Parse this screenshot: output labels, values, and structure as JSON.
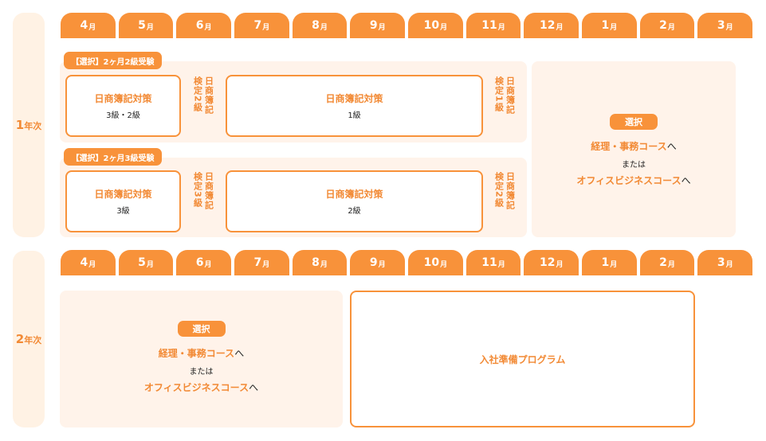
{
  "accent_color": "#f8923a",
  "panel_color": "#fff3ea",
  "year1": {
    "label_num": "1",
    "label_suffix": "年次",
    "months": [
      {
        "num": "4",
        "suffix": "月"
      },
      {
        "num": "5",
        "suffix": "月"
      },
      {
        "num": "6",
        "suffix": "月"
      },
      {
        "num": "7",
        "suffix": "月"
      },
      {
        "num": "8",
        "suffix": "月"
      },
      {
        "num": "9",
        "suffix": "月"
      },
      {
        "num": "10",
        "suffix": "月"
      },
      {
        "num": "11",
        "suffix": "月"
      },
      {
        "num": "12",
        "suffix": "月"
      },
      {
        "num": "1",
        "suffix": "月"
      },
      {
        "num": "2",
        "suffix": "月"
      },
      {
        "num": "3",
        "suffix": "月"
      }
    ],
    "track_a": {
      "tag": "【選択】2ヶ月2級受験",
      "course1": {
        "title": "日商簿記対策",
        "sub": "3級・2級"
      },
      "exam1": {
        "col_right": "日商簿記",
        "col_left": "検定2級"
      },
      "course2": {
        "title": "日商簿記対策",
        "sub": "1級"
      },
      "exam2": {
        "col_right": "日商簿記",
        "col_left": "検定1級"
      }
    },
    "track_b": {
      "tag": "【選択】2ヶ月3級受験",
      "course1": {
        "title": "日商簿記対策",
        "sub": "3級"
      },
      "exam1": {
        "col_right": "日商簿記",
        "col_left": "検定3級"
      },
      "course2": {
        "title": "日商簿記対策",
        "sub": "2級"
      },
      "exam2": {
        "col_right": "日商簿記",
        "col_left": "検定2級"
      }
    },
    "choice": {
      "pill": "選択",
      "line1": "経理・事務コース",
      "line1_suffix": "へ",
      "or": "または",
      "line2": "オフィスビジネスコース",
      "line2_suffix": "へ"
    }
  },
  "year2": {
    "label_num": "2",
    "label_suffix": "年次",
    "months": [
      {
        "num": "4",
        "suffix": "月"
      },
      {
        "num": "5",
        "suffix": "月"
      },
      {
        "num": "6",
        "suffix": "月"
      },
      {
        "num": "7",
        "suffix": "月"
      },
      {
        "num": "8",
        "suffix": "月"
      },
      {
        "num": "9",
        "suffix": "月"
      },
      {
        "num": "10",
        "suffix": "月"
      },
      {
        "num": "11",
        "suffix": "月"
      },
      {
        "num": "12",
        "suffix": "月"
      },
      {
        "num": "1",
        "suffix": "月"
      },
      {
        "num": "2",
        "suffix": "月"
      },
      {
        "num": "3",
        "suffix": "月"
      }
    ],
    "choice": {
      "pill": "選択",
      "line1": "経理・事務コース",
      "line1_suffix": "へ",
      "or": "または",
      "line2": "オフィスビジネスコース",
      "line2_suffix": "へ"
    },
    "program": "入社準備プログラム"
  }
}
